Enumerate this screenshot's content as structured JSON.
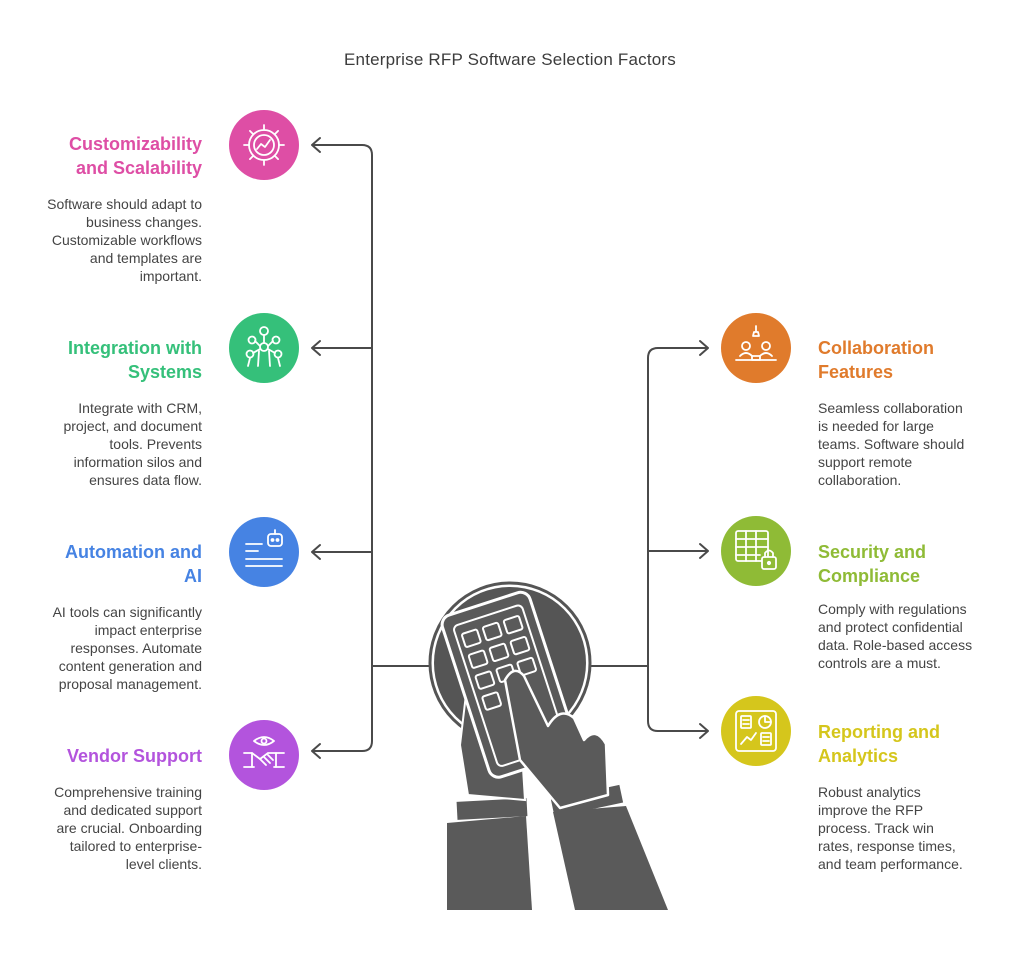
{
  "title": "Enterprise RFP Software Selection Factors",
  "factors": [
    {
      "heading": [
        "Customizability",
        "and Scalability"
      ],
      "description": [
        "Software should adapt to",
        "business changes.",
        "Customizable workflows",
        "and templates are",
        "important."
      ],
      "color": "#de4ea5",
      "icon": "gear-chart-icon"
    },
    {
      "heading": [
        "Integration with",
        "Systems"
      ],
      "description": [
        "Integrate with CRM,",
        "project, and document",
        "tools. Prevents",
        "information silos and",
        "ensures data flow."
      ],
      "color": "#35c07a",
      "icon": "network-icon"
    },
    {
      "heading": [
        "Automation and",
        "AI"
      ],
      "description": [
        "AI tools can significantly",
        "impact enterprise",
        "responses. Automate",
        "content generation and",
        "proposal management."
      ],
      "color": "#4683e3",
      "icon": "robot-document-icon"
    },
    {
      "heading": [
        "Vendor Support"
      ],
      "description": [
        "Comprehensive training",
        "and dedicated support",
        "are crucial. Onboarding",
        "tailored to enterprise-",
        "level clients."
      ],
      "color": "#b354dd",
      "icon": "handshake-icon"
    },
    {
      "heading": [
        "Collaboration",
        "Features"
      ],
      "description": [
        "Seamless collaboration",
        "is needed for large",
        "teams. Software should",
        "support remote",
        "collaboration."
      ],
      "color": "#e07b2c",
      "icon": "team-meeting-icon"
    },
    {
      "heading": [
        "Security and",
        "Compliance"
      ],
      "description": [
        "Comply with regulations",
        "and protect confidential",
        "data. Role-based access",
        "controls are a must."
      ],
      "color": "#8fbb36",
      "icon": "spreadsheet-lock-icon"
    },
    {
      "heading": [
        "Reporting and",
        "Analytics"
      ],
      "description": [
        "Robust analytics",
        "improve the RFP",
        "process. Track win",
        "rates, response times,",
        "and team performance."
      ],
      "color": "#d5c61c",
      "icon": "dashboard-report-icon"
    }
  ]
}
